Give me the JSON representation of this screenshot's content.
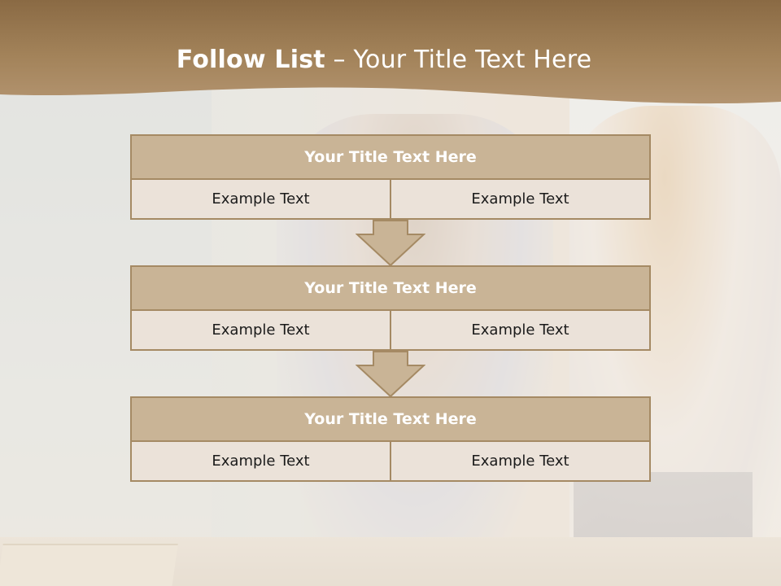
{
  "slide": {
    "title_bold": "Follow List",
    "title_rest": " – Your Title Text Here"
  },
  "steps": [
    {
      "title": "Your Title Text Here",
      "left": "Example Text",
      "right": "Example Text"
    },
    {
      "title": "Your Title Text Here",
      "left": "Example Text",
      "right": "Example Text"
    },
    {
      "title": "Your Title Text Here",
      "left": "Example Text",
      "right": "Example Text"
    }
  ],
  "colors": {
    "header_band": "#9a7a52",
    "box_title_fill": "#c9b496",
    "box_border": "#a58a64",
    "cell_fill": "#ebe2d9"
  },
  "icons": [
    "down-arrow-icon",
    "down-arrow-icon"
  ]
}
